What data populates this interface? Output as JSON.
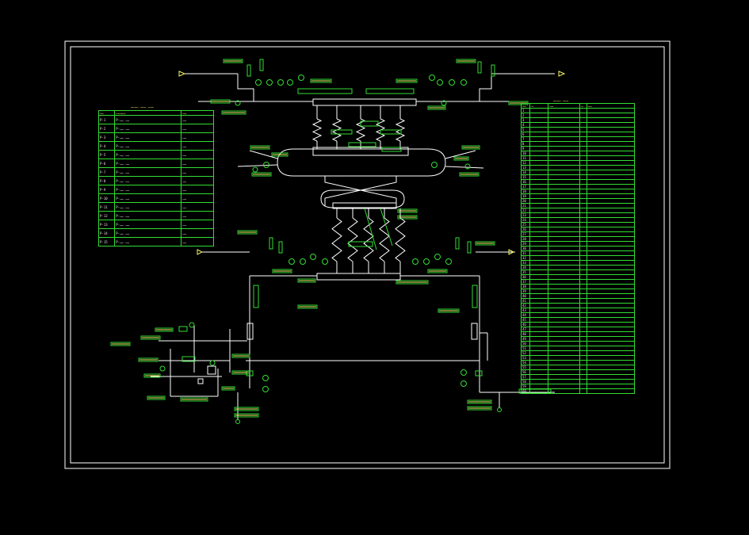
{
  "drawing": {
    "background": "#000000",
    "border_color": "#ffffff",
    "line_color": "#ffffff",
    "equipment_color": "#ffffff",
    "tag_color": "#f4f46a",
    "label_color": "#33dd33",
    "instrument_color": "#33dd33"
  },
  "left_table": {
    "title": "………… ……… ………",
    "header": [
      "……",
      "……………",
      "……"
    ],
    "rows": [
      [
        "P-1",
        "P-…… ……",
        "……"
      ],
      [
        "P-2",
        "P-…… ……",
        "……"
      ],
      [
        "P-3",
        "P-…… ……",
        "……"
      ],
      [
        "P-4",
        "P-…… ……",
        "……"
      ],
      [
        "P-5",
        "P-…… ……",
        "……"
      ],
      [
        "P-6",
        "P-…… ……",
        "……"
      ],
      [
        "P-7",
        "P-…… ……",
        "……"
      ],
      [
        "P-8",
        "P-…… ……",
        "……"
      ],
      [
        "P-9",
        "P-…… ……",
        "……"
      ],
      [
        "P-10",
        "P-…… ……",
        "……"
      ],
      [
        "P-11",
        "P-…… ……",
        "……"
      ],
      [
        "P-12",
        "P-…… ……",
        "……"
      ],
      [
        "P-13",
        "P-…… ……",
        "……"
      ],
      [
        "P-14",
        "P-…… ……",
        "……"
      ],
      [
        "P-15",
        "P-…… ……",
        "……"
      ]
    ]
  },
  "right_table": {
    "title": "………… ………",
    "header": [
      "……",
      "…",
      "……",
      "…",
      "……"
    ],
    "rows_count": 60
  }
}
